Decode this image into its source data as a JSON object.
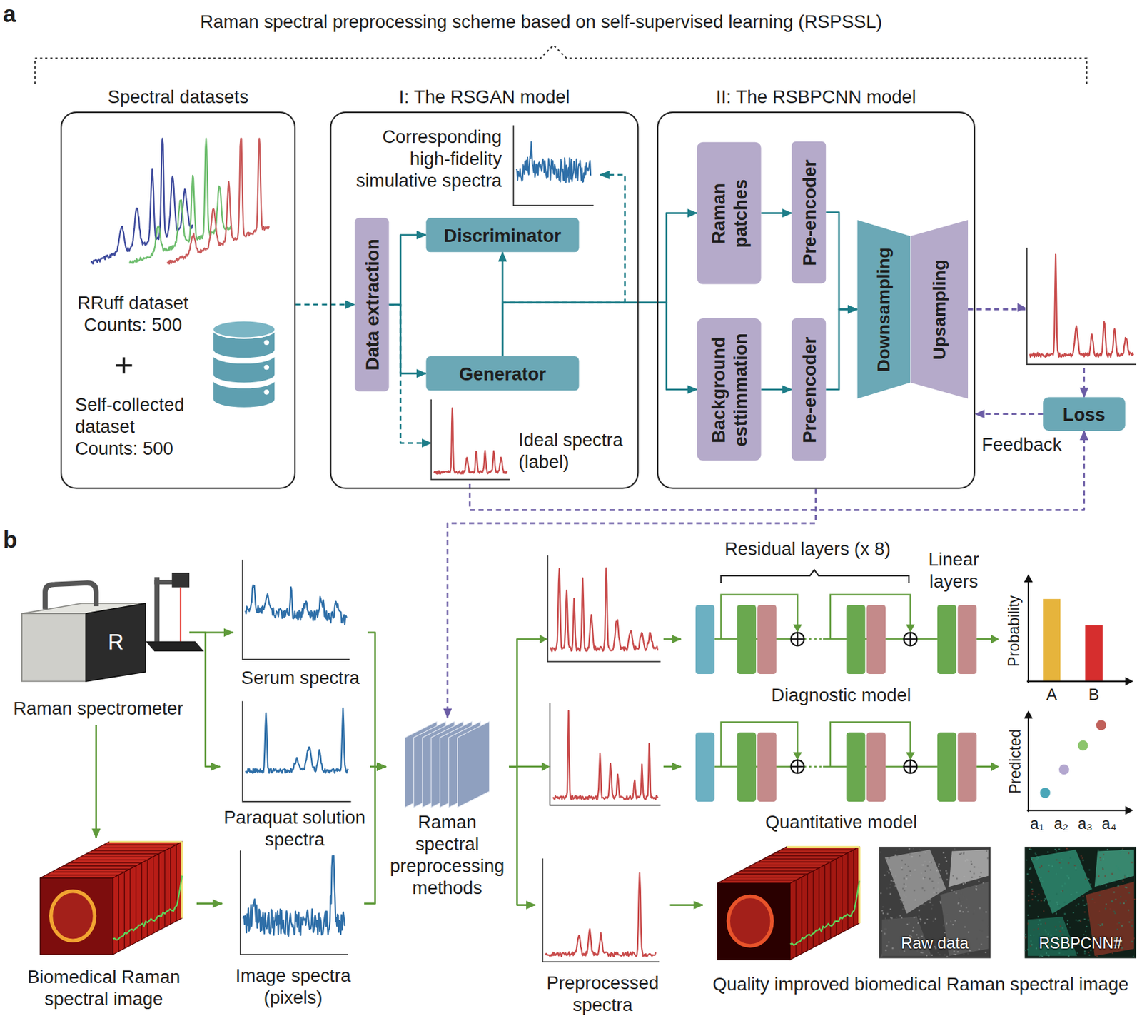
{
  "diagram": {
    "title": "Raman spectral preprocessing scheme based on self-supervised learning (RSPSSL)",
    "nodes": [
      {
        "text": [
          "Spectral datasets",
          "RRuff dataset Counts: 500",
          "+",
          "Self-collected dataset Counts: 500"
        ]
      },
      {
        "text": [
          "I: The RSGAN model"
        ]
      },
      {
        "text": [
          "Corresponding high-fidelity simulative spectra"
        ],
        "in": 1
      },
      {
        "text": [
          "Data extraction"
        ],
        "in": 1
      },
      {
        "text": [
          "Discriminator"
        ],
        "in": 1
      },
      {
        "text": [
          "Generator"
        ],
        "in": 1
      },
      {
        "text": [
          "Ideal spectra (label)"
        ],
        "in": 1
      },
      {
        "text": [
          "II: The RSBPCNN model"
        ]
      },
      {
        "text": [
          "Raman patches"
        ],
        "in": 7
      },
      {
        "text": [
          "Pre-encoder"
        ],
        "in": 7
      },
      {
        "text": [
          "Background esttimmation"
        ],
        "in": 7
      },
      {
        "text": [
          "Pre-encoder"
        ],
        "in": 7
      },
      {
        "text": [
          "Downsampling"
        ],
        "in": 7
      },
      {
        "text": [
          "Upsampling"
        ],
        "in": 7
      },
      {
        "text": [
          "Loss"
        ]
      },
      {
        "text": [
          "Raman spectrometer"
        ]
      },
      {
        "text": [
          "Biomedical Raman spectral image"
        ]
      },
      {
        "text": [
          "Serum spectra"
        ]
      },
      {
        "text": [
          "Paraquat solution spectra"
        ]
      },
      {
        "text": [
          "Image spectra (pixels)"
        ]
      },
      {
        "text": [
          "Raman spectral preprocessing methods"
        ]
      },
      {
        "text": [
          "Diagnostic model"
        ]
      },
      {
        "text": [
          "Quantitative model"
        ]
      },
      {
        "text": [
          "Preprocessed spectra"
        ]
      },
      {
        "text": [
          "Quality improved biomedical Raman spectral image"
        ]
      },
      {
        "text": [
          "Raw data"
        ],
        "in": 24
      },
      {
        "text": [
          "RSBPCNN#"
        ],
        "in": 24
      }
    ],
    "edges": [
      {
        "from": 0,
        "to": 3,
        "arrow": "to"
      },
      {
        "from": 3,
        "to": 4,
        "arrow": "to"
      },
      {
        "from": 3,
        "to": 5,
        "arrow": "to"
      },
      {
        "from": 5,
        "to": 4,
        "arrow": "to"
      },
      {
        "from": 5,
        "to": 2,
        "arrow": "to"
      },
      {
        "from": 3,
        "to": 6,
        "arrow": "to"
      },
      {
        "from": 5,
        "to": 8,
        "arrow": "to"
      },
      {
        "from": 5,
        "to": 10,
        "arrow": "to"
      },
      {
        "from": 8,
        "to": 9,
        "arrow": "to"
      },
      {
        "from": 10,
        "to": 11,
        "arrow": "to"
      },
      {
        "from": 9,
        "to": 12,
        "arrow": "to"
      },
      {
        "from": 11,
        "to": 12,
        "arrow": "to"
      },
      {
        "from": 13,
        "to": 14,
        "arrow": "to"
      },
      {
        "from": 14,
        "to": 7,
        "label": "Feedback",
        "arrow": "to"
      },
      {
        "from": 6,
        "to": 14,
        "arrow": "to"
      },
      {
        "from": 7,
        "to": 20,
        "arrow": "to"
      },
      {
        "from": 15,
        "to": 17,
        "arrow": "to"
      },
      {
        "from": 15,
        "to": 18,
        "arrow": "to"
      },
      {
        "from": 15,
        "to": 16,
        "arrow": "to"
      },
      {
        "from": 16,
        "to": 19,
        "arrow": "to"
      },
      {
        "from": 17,
        "to": 20,
        "arrow": "to"
      },
      {
        "from": 18,
        "to": 20,
        "arrow": "to"
      },
      {
        "from": 19,
        "to": 20,
        "arrow": "to"
      },
      {
        "from": 20,
        "to": 21,
        "arrow": "to"
      },
      {
        "from": 20,
        "to": 22,
        "arrow": "to"
      },
      {
        "from": 20,
        "to": 23,
        "arrow": "to"
      },
      {
        "from": 23,
        "to": 24,
        "arrow": "to"
      }
    ],
    "labels": [
      "a",
      "b",
      "R",
      "Residual layers (x 8)",
      "Linear layers",
      "Probability",
      "A",
      "B",
      "Predicted",
      "a₁",
      "a₂",
      "a₃",
      "a₄"
    ]
  }
}
